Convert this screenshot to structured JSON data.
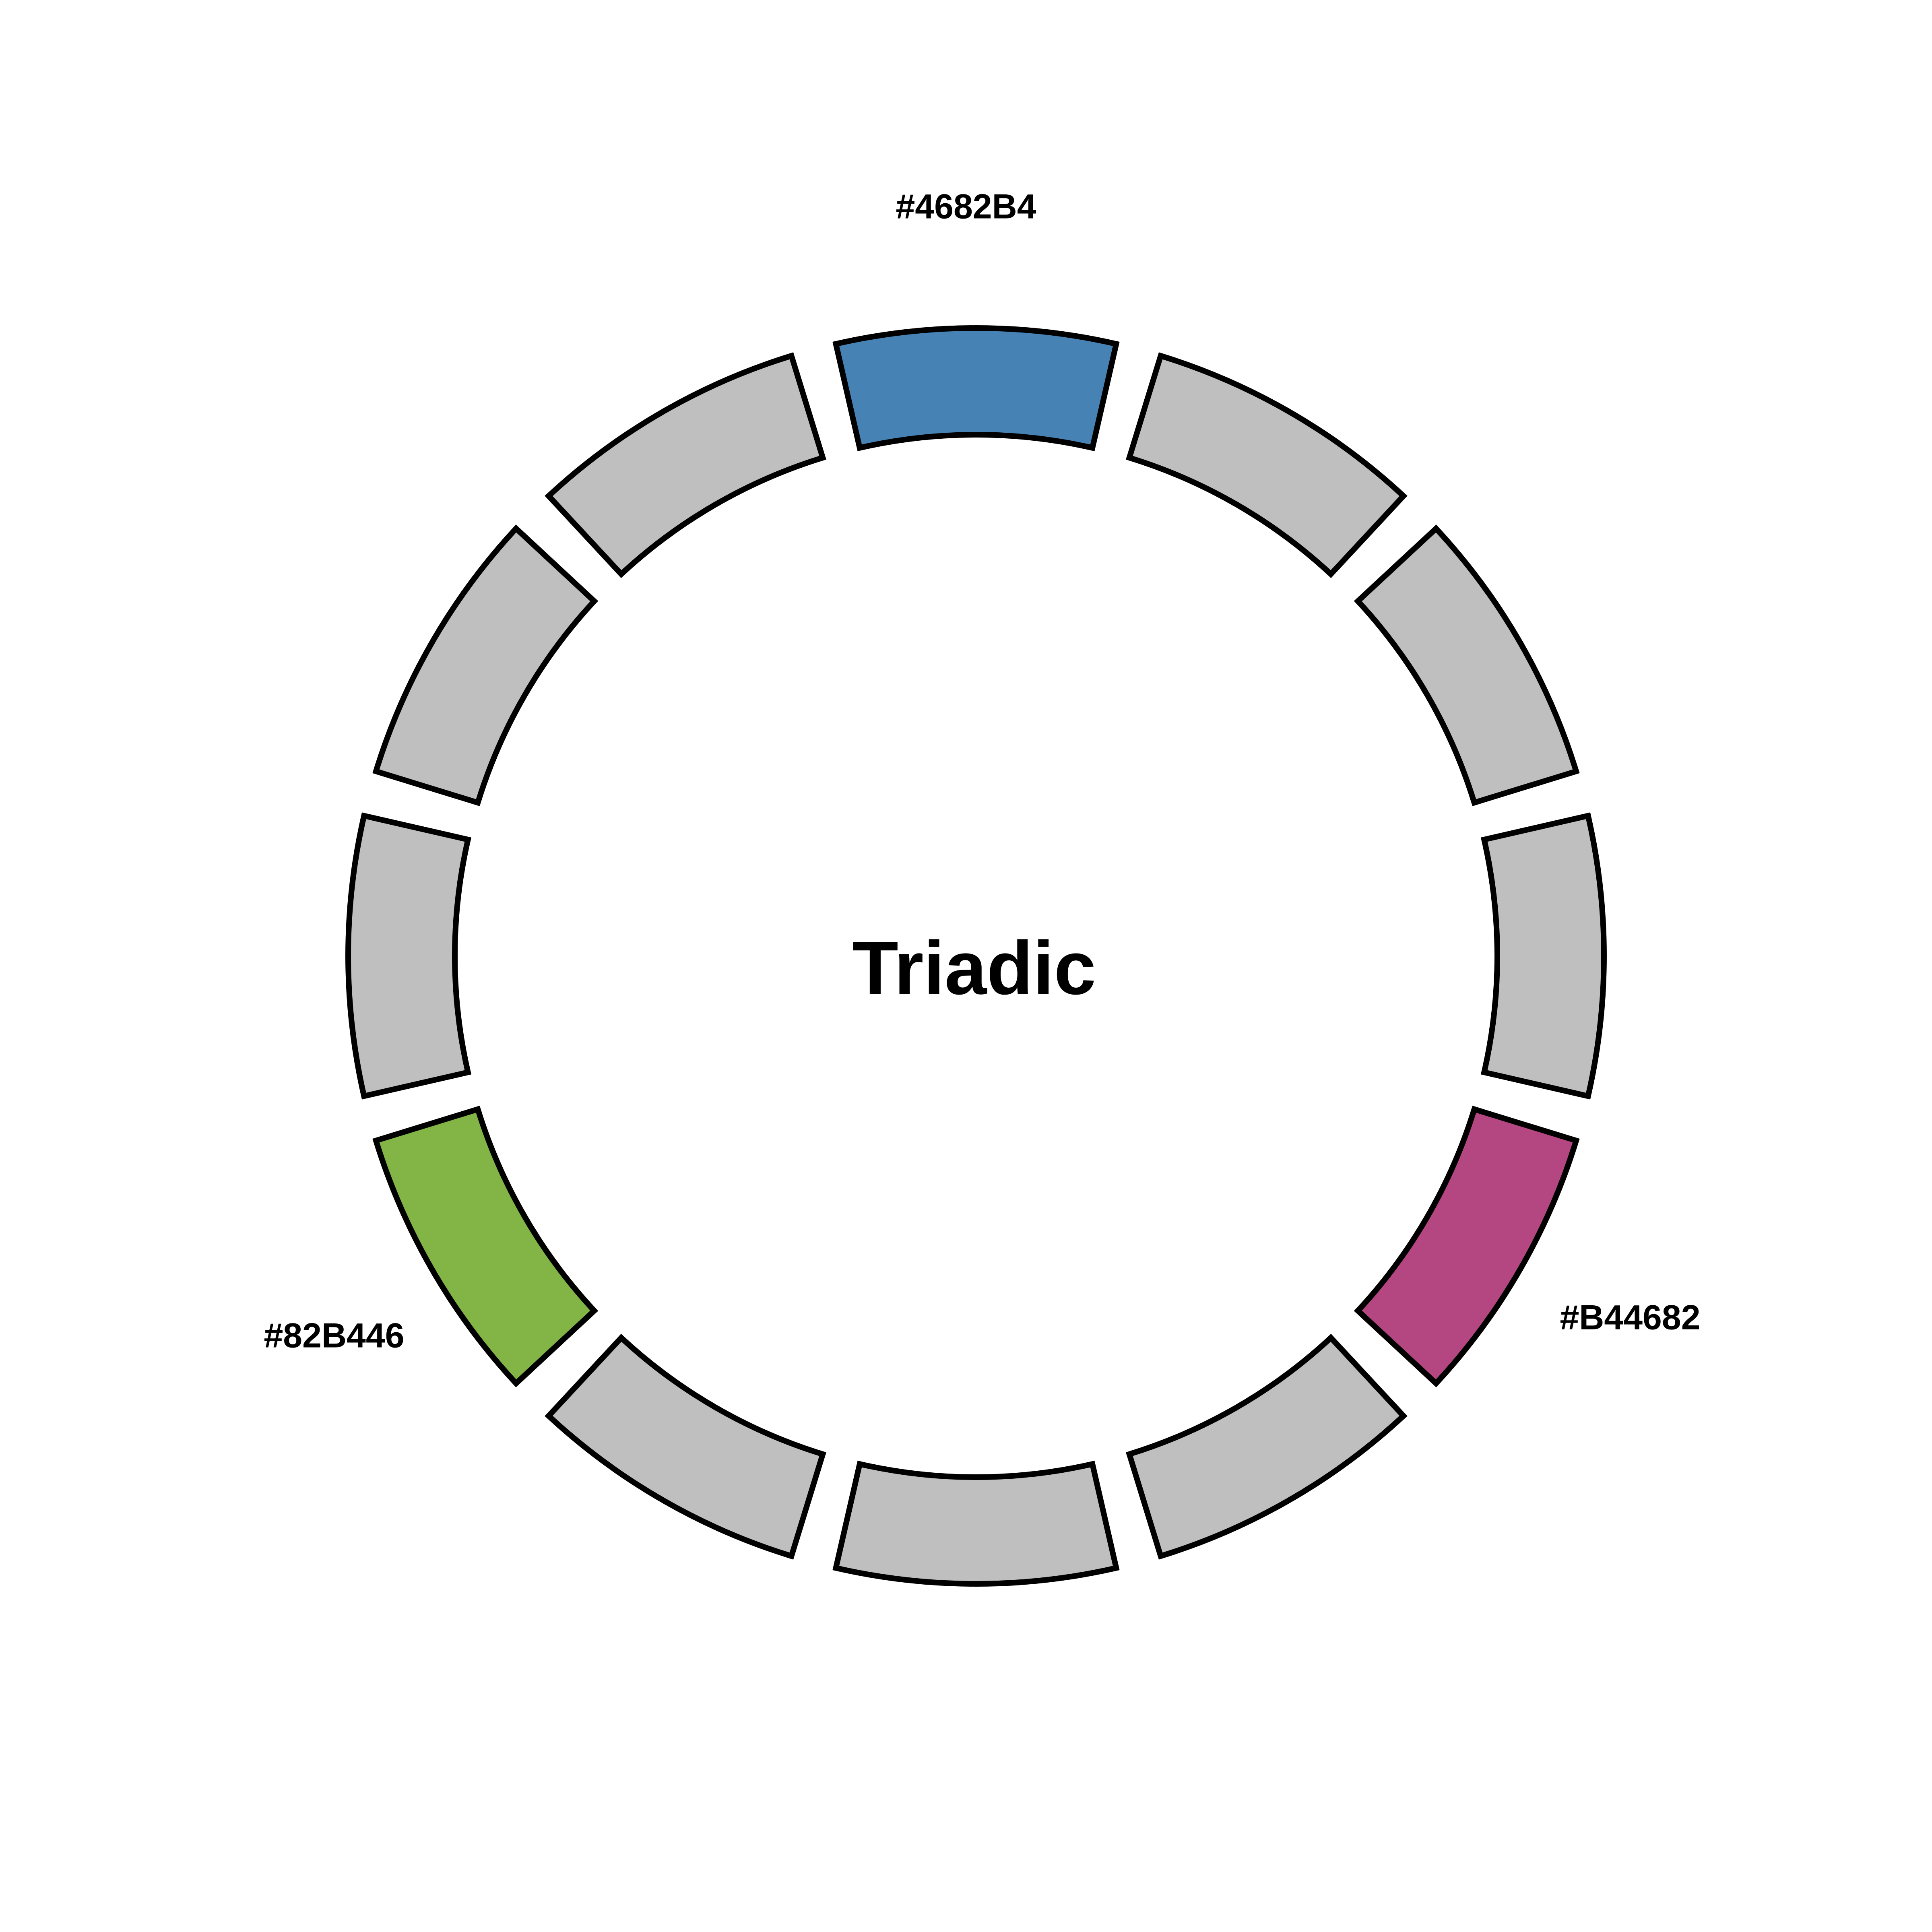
{
  "title": "Triadic",
  "neutral_color": "#BFBFBF",
  "segment_count": 12,
  "highlights": [
    {
      "index": 0,
      "color": "#4682B4",
      "label": "#4682B4"
    },
    {
      "index": 4,
      "color": "#B44682",
      "label": "#B44682"
    },
    {
      "index": 8,
      "color": "#82B446",
      "label": "#82B446"
    }
  ]
}
